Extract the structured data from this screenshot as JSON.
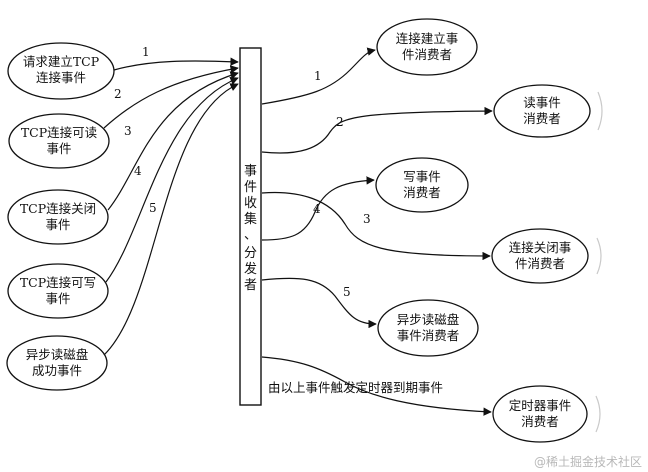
{
  "sources": [
    {
      "line1": "请求建立TCP",
      "line2": "连接事件"
    },
    {
      "line1": "TCP连接可读",
      "line2": "事件"
    },
    {
      "line1": "TCP连接关闭",
      "line2": "事件"
    },
    {
      "line1": "TCP连接可写",
      "line2": "事件"
    },
    {
      "line1": "异步读磁盘",
      "line2": "成功事件"
    }
  ],
  "collector": {
    "chars": [
      "事",
      "件",
      "收",
      "集",
      "、",
      "分",
      "发",
      "者"
    ]
  },
  "consumers": [
    {
      "line1": "连接建立事",
      "line2": "件消费者"
    },
    {
      "line1": "读事件",
      "line2": "消费者"
    },
    {
      "line1": "写事件",
      "line2": "消费者"
    },
    {
      "line1": "连接关闭事",
      "line2": "件消费者"
    },
    {
      "line1": "异步读磁盘",
      "line2": "事件消费者"
    },
    {
      "line1": "定时器事件",
      "line2": "消费者"
    }
  ],
  "input_numbers": [
    "1",
    "2",
    "3",
    "4",
    "5"
  ],
  "output_numbers": [
    "1",
    "2",
    "4",
    "3",
    "5"
  ],
  "timer_label": "由以上事件触发定时器到期事件",
  "watermark": "@稀土掘金技术社区"
}
